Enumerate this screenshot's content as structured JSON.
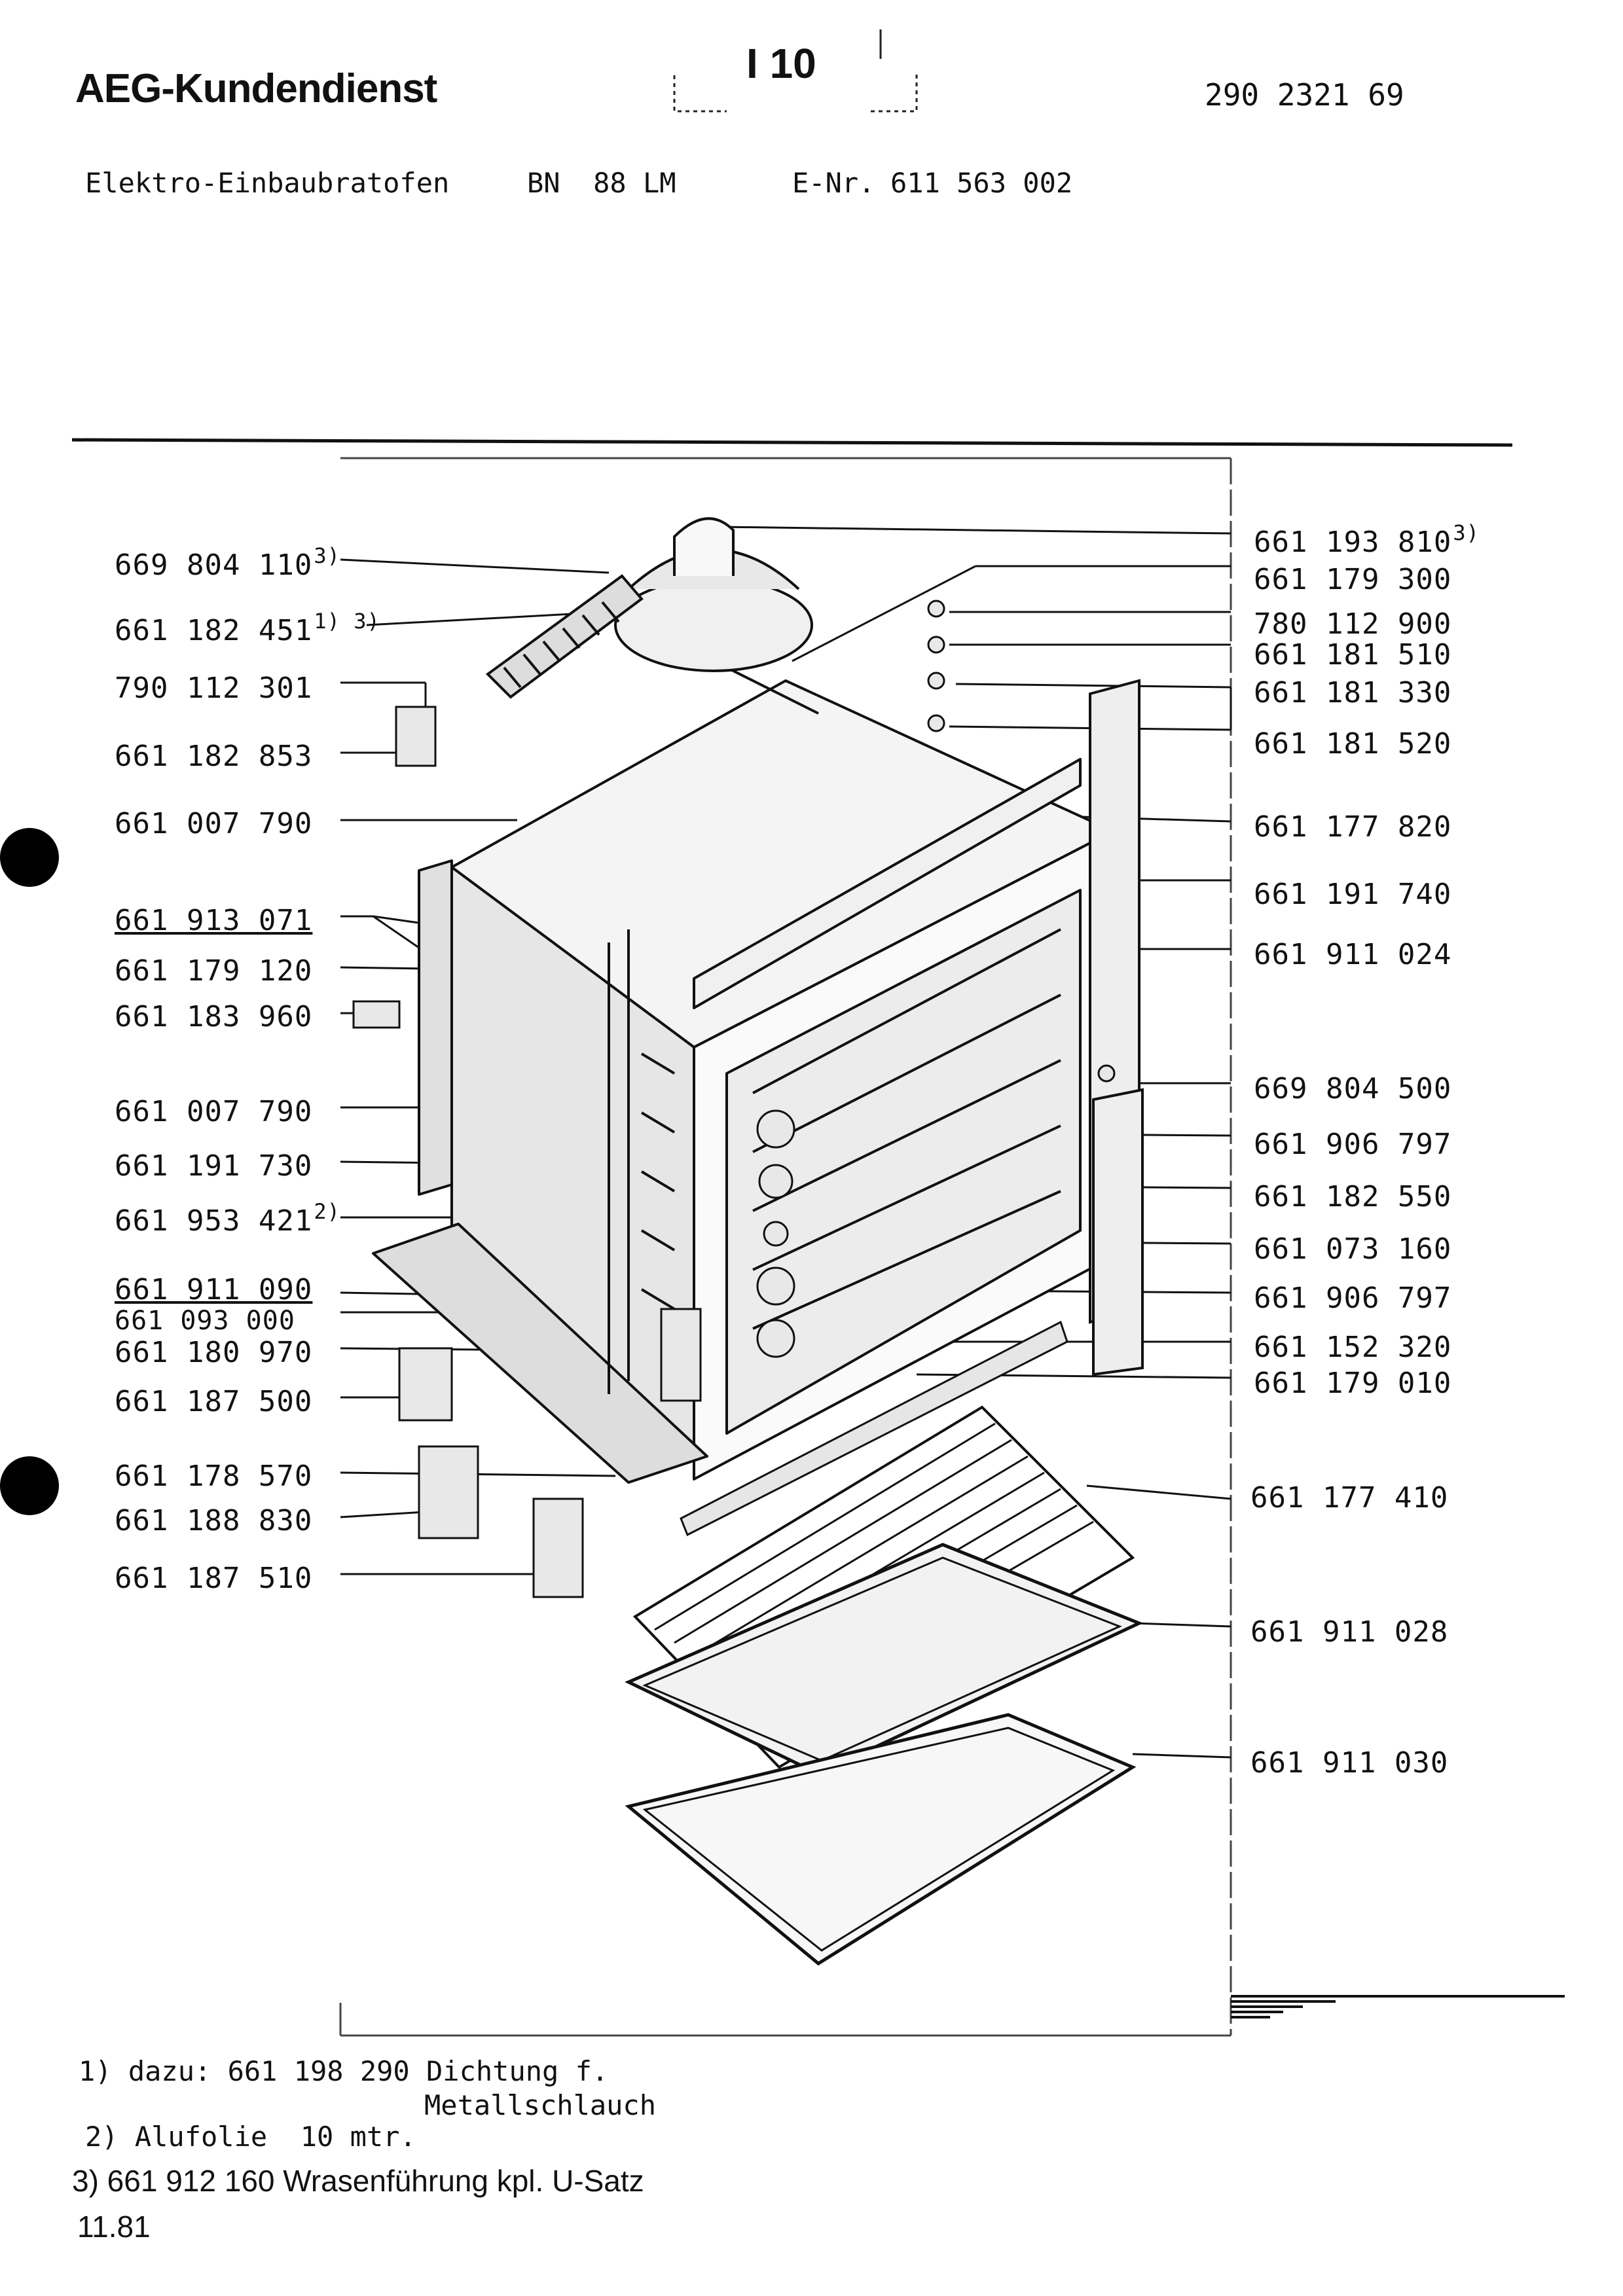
{
  "header": {
    "brand": "AEG-Kundendienst",
    "page_code": "I 10",
    "doc_number": "290 2321 69"
  },
  "product": {
    "description": "Elektro-Einbaubratofen",
    "model": "BN  88 LM",
    "enr_label": "E-Nr.",
    "enr_value": "611 563 002"
  },
  "parts_left": [
    {
      "number": "669 804 110",
      "ref": "3)"
    },
    {
      "number": "661 182 451",
      "ref": "1) 3)"
    },
    {
      "number": "790 112 301",
      "ref": ""
    },
    {
      "number": "661 182 853",
      "ref": ""
    },
    {
      "number": "661 007 790",
      "ref": ""
    },
    {
      "number": "661 913 071",
      "ref": ""
    },
    {
      "number": "661 179 120",
      "ref": ""
    },
    {
      "number": "661 183 960",
      "ref": ""
    },
    {
      "number": "661 007 790",
      "ref": ""
    },
    {
      "number": "661 191 730",
      "ref": ""
    },
    {
      "number": "661 953 421",
      "ref": "2)"
    },
    {
      "number": "661 911 090",
      "ref": ""
    },
    {
      "number": "661 093 000",
      "ref": ""
    },
    {
      "number": "661 180 970",
      "ref": ""
    },
    {
      "number": "661 187 500",
      "ref": ""
    },
    {
      "number": "661 178 570",
      "ref": ""
    },
    {
      "number": "661 188 830",
      "ref": ""
    },
    {
      "number": "661 187 510",
      "ref": ""
    }
  ],
  "parts_right": [
    {
      "number": "661 193 810",
      "ref": "3)"
    },
    {
      "number": "661 179 300",
      "ref": ""
    },
    {
      "number": "780 112 900",
      "ref": ""
    },
    {
      "number": "661 181 510",
      "ref": ""
    },
    {
      "number": "661 181 330",
      "ref": ""
    },
    {
      "number": "661 181 520",
      "ref": ""
    },
    {
      "number": "661 177 820",
      "ref": ""
    },
    {
      "number": "661 191 740",
      "ref": ""
    },
    {
      "number": "661 911 024",
      "ref": ""
    },
    {
      "number": "669 804 500",
      "ref": ""
    },
    {
      "number": "661 906 797",
      "ref": ""
    },
    {
      "number": "661 182 550",
      "ref": ""
    },
    {
      "number": "661 073 160",
      "ref": ""
    },
    {
      "number": "661 906 797",
      "ref": ""
    },
    {
      "number": "661 152 320",
      "ref": ""
    },
    {
      "number": "661 179 010",
      "ref": ""
    },
    {
      "number": "661 177 410",
      "ref": ""
    },
    {
      "number": "661 911 028",
      "ref": ""
    },
    {
      "number": "661 911 030",
      "ref": ""
    }
  ],
  "footnotes": {
    "n1_prefix": "1) dazu: 661 198 290 Dichtung f.",
    "n1_cont": "Metallschlauch",
    "n2": "2) Alufolie  10 mtr.",
    "n3": "3) 661 912 160 Wrasenführung kpl. U-Satz"
  },
  "date_code": "11.81"
}
